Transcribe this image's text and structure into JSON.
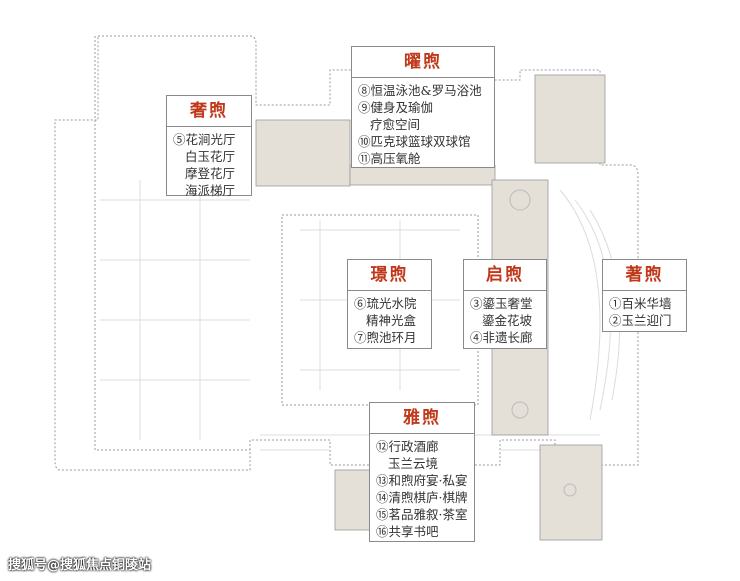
{
  "zones": {
    "she": {
      "title": "奢煦",
      "items": [
        "⑤花涧光厅",
        "白玉花厅",
        "摩登花厅",
        "海派梯厅"
      ]
    },
    "yao": {
      "title": "曜煦",
      "items": [
        "⑧恒温泳池&罗马浴池",
        "⑨健身及瑜伽",
        "疗愈空间",
        "⑩匹克球篮球双球馆",
        "⑪高压氧舱"
      ]
    },
    "jing": {
      "title": "璟煦",
      "items": [
        "⑥琉光水院",
        "精神光盒",
        "⑦煦池环月"
      ]
    },
    "qi": {
      "title": "启煦",
      "items": [
        "③鎏玉奢堂",
        "鎏金花坡",
        "④非遗长廊"
      ]
    },
    "zhu": {
      "title": "著煦",
      "items": [
        "①百米华墙",
        "②玉兰迎门"
      ]
    },
    "ya": {
      "title": "雅煦",
      "items": [
        "⑫行政酒廊",
        "玉兰云境",
        "⑬和煦府宴·私宴",
        "⑭清煦棋庐·棋牌",
        "⑮茗品雅叙·茶室",
        "⑯共享书吧"
      ]
    }
  },
  "watermark": "搜狐号@搜狐焦点铜陵站",
  "colors": {
    "title": "#c0391b",
    "border": "#8a8a8a",
    "shade": "#e4e0d8"
  }
}
